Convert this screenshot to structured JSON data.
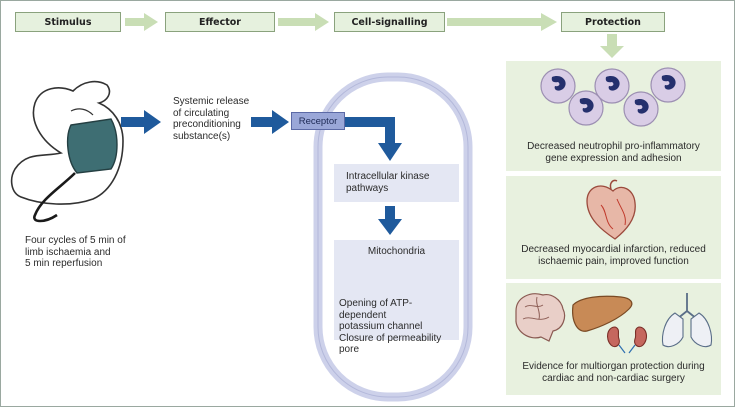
{
  "header": {
    "stimulus": "Stimulus",
    "effector": "Effector",
    "cell_signalling": "Cell-signalling",
    "protection": "Protection"
  },
  "stimulus": {
    "caption": [
      "Four cycles of 5 min of",
      "limb ischaemia and",
      "5 min reperfusion"
    ]
  },
  "effector": {
    "caption": [
      "Systemic release",
      "of circulating",
      "preconditioning",
      "substance(s)"
    ]
  },
  "cell": {
    "receptor": "Receptor",
    "kinase": [
      "Intracellular kinase",
      "pathways"
    ],
    "mito_title": "Mitochondria",
    "mito_text": [
      "Opening of ATP-dependent",
      "potassium channel",
      "Closure of permeability pore"
    ]
  },
  "protection": {
    "neutrophil": [
      "Decreased neutrophil pro-inflammatory",
      "gene expression and adhesion"
    ],
    "heart": [
      "Decreased myocardial infarction, reduced",
      "ischaemic pain, improved function"
    ],
    "organs": [
      "Evidence for multiorgan protection during",
      "cardiac and non-cardiac surgery"
    ]
  },
  "colors": {
    "header_fill": "#e6f1de",
    "arrow_green": "#c9deb5",
    "arrow_blue": "#1f5a9c",
    "panel_fill": "#e8f1df",
    "cell_fill": "#e4e7f3",
    "receptor_fill": "#9aa7d8"
  }
}
